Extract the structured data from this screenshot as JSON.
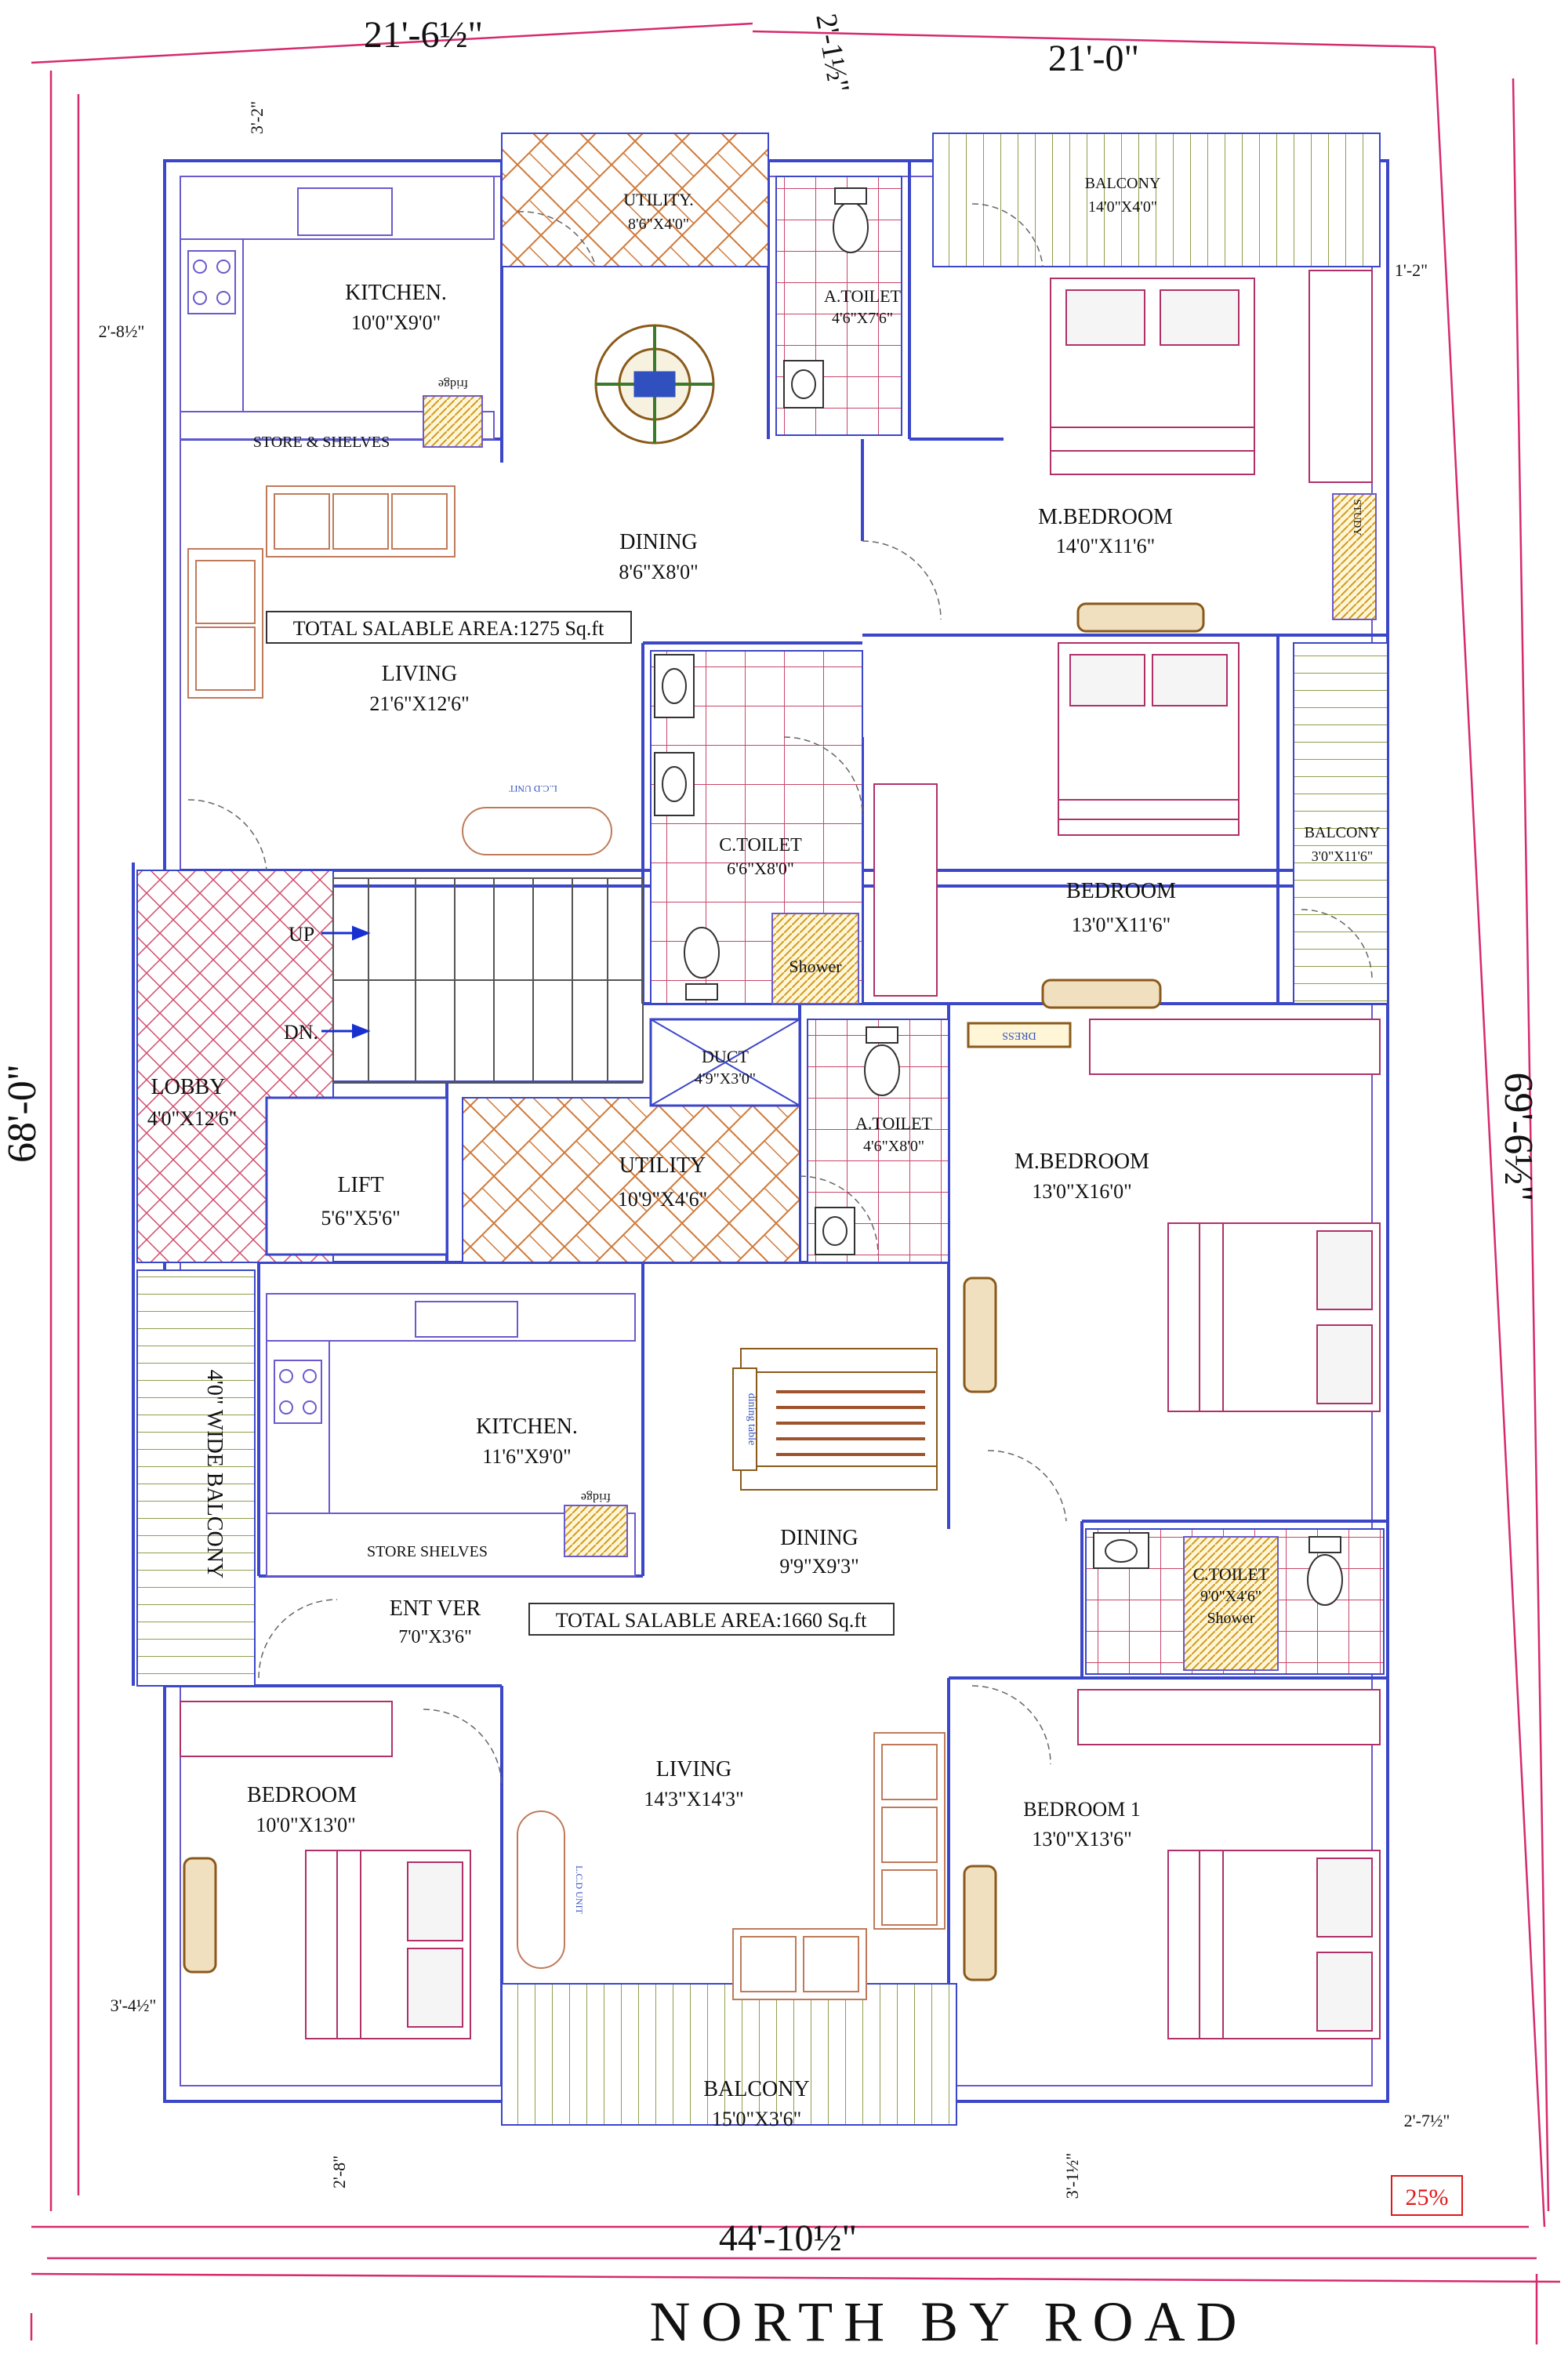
{
  "dimensions": {
    "top_left": "21'-6½\"",
    "top_mid": "2'-1½\"",
    "top_right": "21'-0\"",
    "left": "68'-0\"",
    "right": "69'-6½\"",
    "bottom": "44'-10½\"",
    "d_3_2": "3'-2\"",
    "d_2_8half": "2'-8½\"",
    "d_1_2": "1'-2\"",
    "d_3_4half": "3'-4½\"",
    "d_2_8": "2'-8\"",
    "d_3_1half": "3'-1½\"",
    "d_2_7half": "2'-7½\""
  },
  "labels": {
    "road": "NORTH BY ROAD",
    "scale_badge": "25%",
    "total_area_top": "TOTAL SALABLE AREA:1275 Sq.ft",
    "total_area_bottom": "TOTAL SALABLE AREA:1660 Sq.ft",
    "up": "UP",
    "dn": "DN.",
    "study": "STUDY",
    "dress": "DRESS",
    "fridge": "fridge",
    "lcd": "L.C.D UNIT",
    "dining_table": "dining table",
    "wide_balcony": "4'0\" WIDE BALCONY",
    "shower": "Shower"
  },
  "rooms": {
    "utility_top": {
      "name": "UTILITY.",
      "size": "8'6\"X4'0\""
    },
    "balcony_top": {
      "name": "BALCONY",
      "size": "14'0\"X4'0\""
    },
    "atoilet_top": {
      "name": "A.TOILET",
      "size": "4'6\"X7'6\""
    },
    "kitchen_top": {
      "name": "KITCHEN.",
      "size": "10'0\"X9'0\""
    },
    "store_top": {
      "name": "STORE & SHELVES"
    },
    "dining_top": {
      "name": "DINING",
      "size": "8'6\"X8'0\""
    },
    "mbed_top": {
      "name": "M.BEDROOM",
      "size": "14'0\"X11'6\""
    },
    "living_top": {
      "name": "LIVING",
      "size": "21'6\"X12'6\""
    },
    "ctoilet_top": {
      "name": "C.TOILET",
      "size": "6'6\"X8'0\""
    },
    "bedroom_top": {
      "name": "BEDROOM",
      "size": "13'0\"X11'6\""
    },
    "balcony_right": {
      "name": "BALCONY",
      "size": "3'0\"X11'6\""
    },
    "duct": {
      "name": "DUCT",
      "size": "4'9\"X3'0\""
    },
    "atoilet_mid": {
      "name": "A.TOILET",
      "size": "4'6\"X8'0\""
    },
    "lobby": {
      "name": "LOBBY",
      "size": "4'0\"X12'6\""
    },
    "lift": {
      "name": "LIFT",
      "size": "5'6\"X5'6\""
    },
    "utility_mid": {
      "name": "UTILITY",
      "size": "10'9\"X4'6\""
    },
    "mbed_mid": {
      "name": "M.BEDROOM",
      "size": "13'0\"X16'0\""
    },
    "kitchen_bot": {
      "name": "KITCHEN.",
      "size": "11'6\"X9'0\""
    },
    "store_bot": {
      "name": "STORE  SHELVES"
    },
    "dining_bot": {
      "name": "DINING",
      "size": "9'9\"X9'3\""
    },
    "ctoilet_bot": {
      "name": "C.TOILET",
      "size": "9'0\"X4'6\"",
      "extra": "Shower"
    },
    "entver": {
      "name": "ENT VER",
      "size": "7'0\"X3'6\""
    },
    "living_bot": {
      "name": "LIVING",
      "size": "14'3\"X14'3\""
    },
    "bedroom_bot": {
      "name": "BEDROOM",
      "size": "10'0\"X13'0\""
    },
    "bedroom1": {
      "name": "BEDROOM 1",
      "size": "13'0\"X13'6\""
    },
    "balcony_bot": {
      "name": "BALCONY",
      "size": "15'0\"X3'6\""
    }
  },
  "colors": {
    "wall": "#3b46c9",
    "wall_inner": "#6a5acd",
    "dim_line": "#d62a6c",
    "tile": "#c8456a",
    "utility_hatch": "#d07a3a",
    "balcony_hatch": "#7d8f3e",
    "furniture": "#c07a5a",
    "bed_line": "#b0306a",
    "brown": "#8a5a1a",
    "badge": "#e01818"
  }
}
